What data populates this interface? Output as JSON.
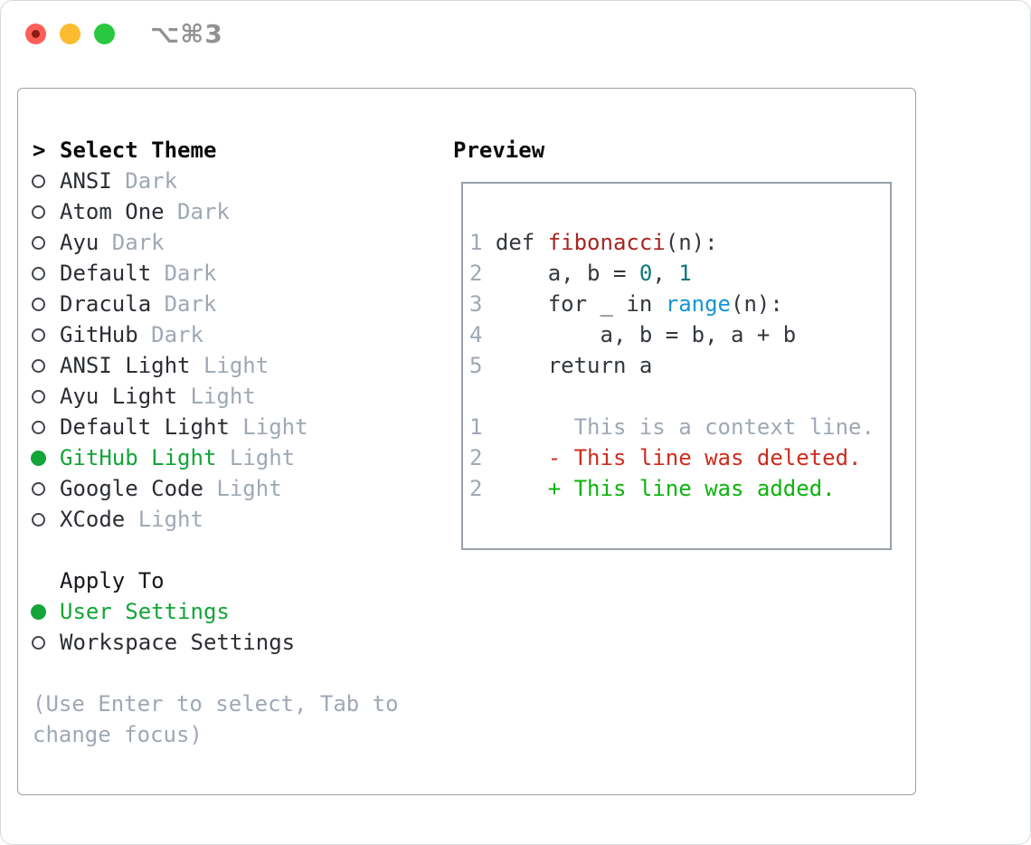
{
  "window": {
    "title": "⌥⌘3"
  },
  "colors": {
    "green": "#13a538",
    "add_green": "#0db30d",
    "del_red": "#cd2c1e",
    "func_red": "#a8241f",
    "num_teal": "#0e767e",
    "builtin_blue": "#1495d2",
    "code_fg": "#33383d",
    "fg": "#2b2e33",
    "muted": "#9fa8b5",
    "border": "#99a1ac",
    "title_gray": "#929296",
    "traffic_red": "#fd5e57",
    "traffic_red_dot": "#8c1a15",
    "traffic_yellow": "#fdbc2e",
    "traffic_green": "#28c840"
  },
  "left": {
    "prompt": ">",
    "title": "Select Theme",
    "themes": [
      {
        "label": "ANSI",
        "variant": "Dark",
        "selected": false
      },
      {
        "label": "Atom One",
        "variant": "Dark",
        "selected": false
      },
      {
        "label": "Ayu",
        "variant": "Dark",
        "selected": false
      },
      {
        "label": "Default",
        "variant": "Dark",
        "selected": false
      },
      {
        "label": "Dracula",
        "variant": "Dark",
        "selected": false
      },
      {
        "label": "GitHub",
        "variant": "Dark",
        "selected": false
      },
      {
        "label": "ANSI Light",
        "variant": "Light",
        "selected": false
      },
      {
        "label": "Ayu Light",
        "variant": "Light",
        "selected": false
      },
      {
        "label": "Default Light",
        "variant": "Light",
        "selected": false
      },
      {
        "label": "GitHub Light",
        "variant": "Light",
        "selected": true
      },
      {
        "label": "Google Code",
        "variant": "Light",
        "selected": false
      },
      {
        "label": "XCode",
        "variant": "Light",
        "selected": false
      }
    ],
    "apply_title": "Apply To",
    "apply_options": [
      {
        "label": "User Settings",
        "selected": true
      },
      {
        "label": "Workspace Settings",
        "selected": false
      }
    ],
    "help": "(Use Enter to select, Tab to change focus)"
  },
  "preview": {
    "title": "Preview",
    "lines": [
      {
        "num": "1",
        "segments": [
          [
            "def ",
            "fg"
          ],
          [
            "fibonacci",
            "func"
          ],
          [
            "(n):",
            "fg"
          ]
        ]
      },
      {
        "num": "2",
        "segments": [
          [
            "    a, b = ",
            "fg"
          ],
          [
            "0",
            "num"
          ],
          [
            ", ",
            "fg"
          ],
          [
            "1",
            "num"
          ]
        ]
      },
      {
        "num": "3",
        "segments": [
          [
            "    for _ in ",
            "fg"
          ],
          [
            "range",
            "builtin"
          ],
          [
            "(n):",
            "fg"
          ]
        ]
      },
      {
        "num": "4",
        "segments": [
          [
            "        a, b = b, a + b",
            "fg"
          ]
        ]
      },
      {
        "num": "5",
        "segments": [
          [
            "    return a",
            "fg"
          ]
        ]
      },
      {
        "num": "",
        "segments": []
      },
      {
        "num": "1",
        "segments": [
          [
            "      This is a context line.",
            "ctx"
          ]
        ]
      },
      {
        "num": "2",
        "segments": [
          [
            "    - This line was deleted.",
            "del"
          ]
        ]
      },
      {
        "num": "2",
        "segments": [
          [
            "    + This line was added.",
            "add"
          ]
        ]
      }
    ]
  }
}
